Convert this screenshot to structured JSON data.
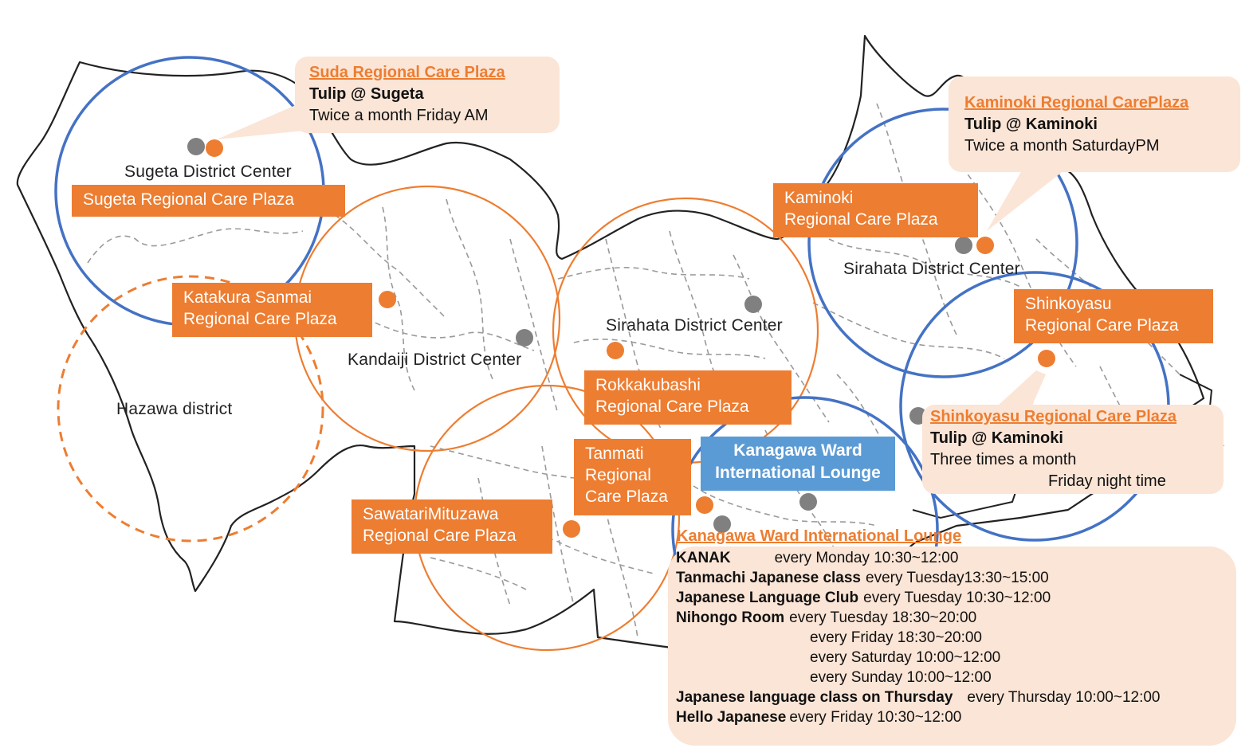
{
  "map": {
    "areas": [
      {
        "label": "Sugeta District Center"
      },
      {
        "label": "Kandaiji District Center"
      },
      {
        "label": "Sirahata District Center"
      },
      {
        "label": "Sirahata District Center"
      },
      {
        "label": "Hazawa district"
      }
    ],
    "facilities": [
      {
        "name": "Sugeta Regional Care Plaza"
      },
      {
        "name_line1": "Katakura Sanmai",
        "name_line2": "Regional Care Plaza"
      },
      {
        "name_line1": "Kaminoki",
        "name_line2": "Regional Care Plaza"
      },
      {
        "name_line1": "Shinkoyasu",
        "name_line2": "Regional Care Plaza"
      },
      {
        "name_line1": "Rokkakubashi",
        "name_line2": "Regional Care Plaza"
      },
      {
        "name_line1": "Tanmati",
        "name_line2": "Regional",
        "name_line3": "Care Plaza"
      },
      {
        "name_line1": "SawatariMituzawa",
        "name_line2": "Regional Care Plaza"
      }
    ],
    "lounge": {
      "line1": "Kanagawa Ward",
      "line2": "International Lounge"
    },
    "colors": {
      "regional_circle": "#ed7d31",
      "tulip_circle": "#4472c4",
      "district_marker": "#808080",
      "plaza_marker": "#ed7d31",
      "lounge_box": "#5b9bd5",
      "callout_bg": "#fbe5d6"
    }
  },
  "callouts": {
    "suda": {
      "title": "Suda Regional Care Plaza",
      "subtitle": "Tulip @ Sugeta",
      "schedule": "Twice a month Friday AM"
    },
    "kaminoki": {
      "title": "Kaminoki Regional CarePlaza",
      "subtitle": "Tulip @ Kaminoki",
      "schedule": "Twice a month SaturdayPM"
    },
    "shinkoyasu": {
      "title": "Shinkoyasu Regional Care Plaza",
      "subtitle": "Tulip @ Kaminoki",
      "schedule_line1": "Three times a month",
      "schedule_line2": "Friday night time"
    },
    "lounge": {
      "title": "Kanagawa Ward International Lounge",
      "rows": [
        {
          "name": "KANAK",
          "when": "every Monday 10:30~12:00"
        },
        {
          "name": "Tanmachi Japanese class",
          "when": "every Tuesday13:30~15:00"
        },
        {
          "name": "Japanese Language Club",
          "when": "every Tuesday 10:30~12:00"
        },
        {
          "name": "Nihongo Room",
          "when": "every Tuesday 18:30~20:00"
        },
        {
          "name": "",
          "when": "every Friday 18:30~20:00"
        },
        {
          "name": "",
          "when": "every Saturday 10:00~12:00"
        },
        {
          "name": "",
          "when": "every Sunday 10:00~12:00"
        },
        {
          "name": "Japanese language class on Thursday",
          "when": "every Thursday 10:00~12:00"
        },
        {
          "name": "Hello Japanese",
          "when": "every Friday 10:30~12:00"
        }
      ]
    }
  }
}
